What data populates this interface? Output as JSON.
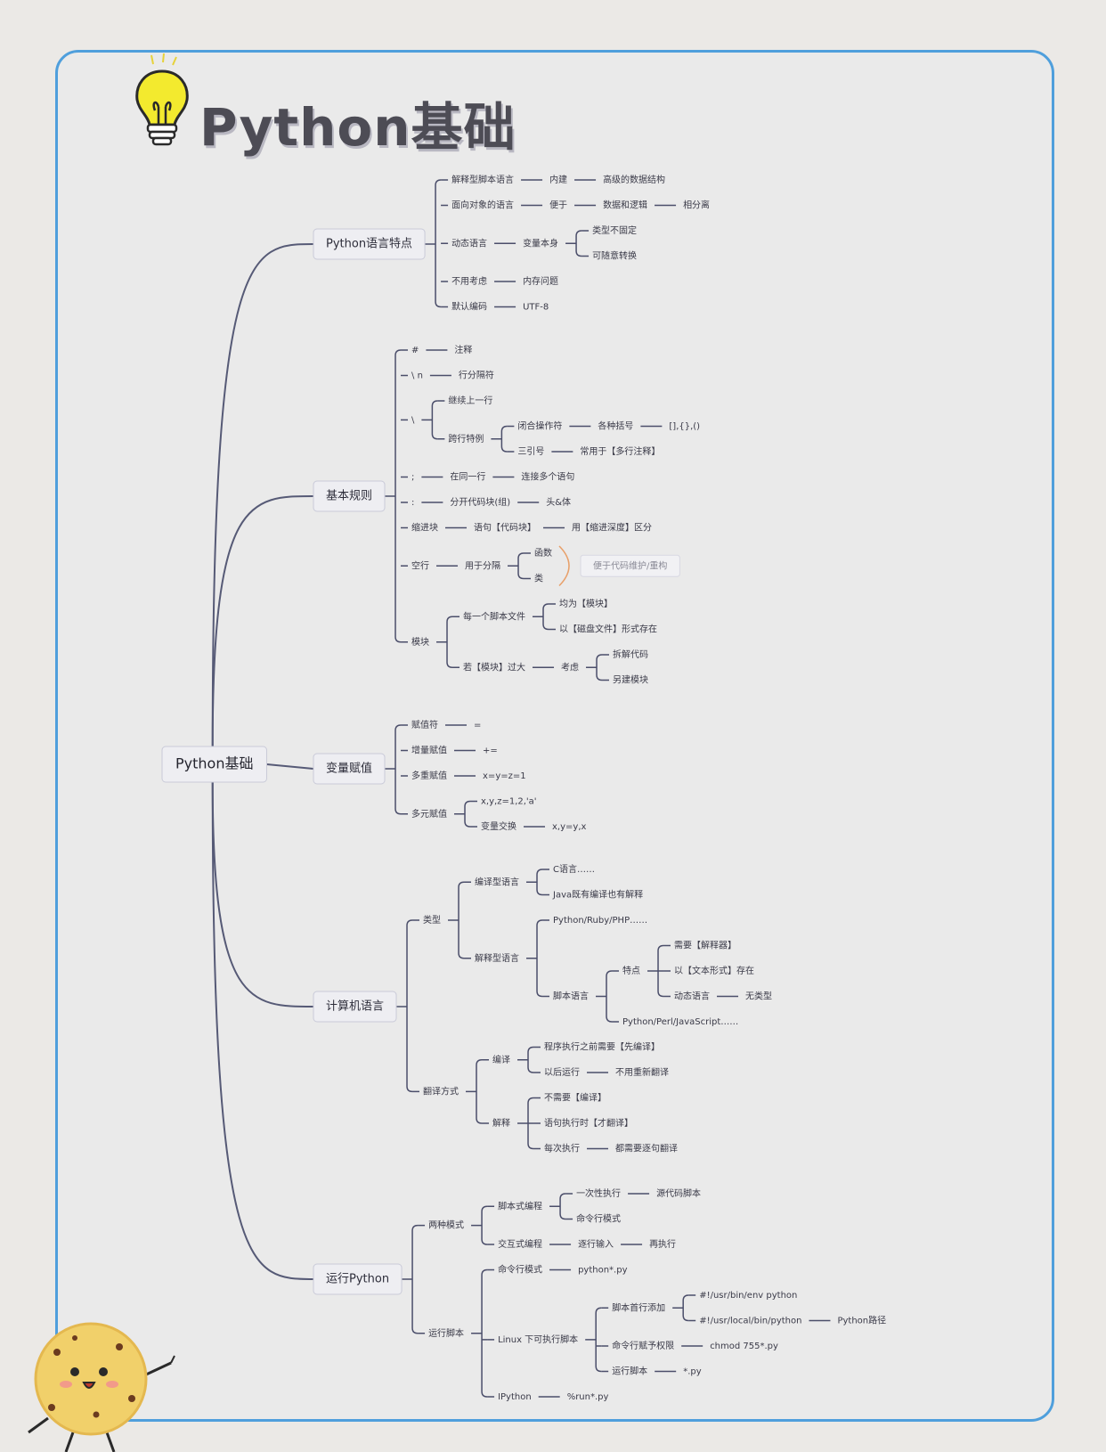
{
  "title": "Python基础",
  "tree": {
    "label": "Python基础",
    "children": [
      {
        "label": "Python语言特点",
        "children": [
          {
            "label": "解释型脚本语言",
            "children": [
              {
                "label": "内建",
                "children": [
                  {
                    "label": "高级的数据结构"
                  }
                ]
              }
            ]
          },
          {
            "label": "面向对象的语言",
            "children": [
              {
                "label": "便于",
                "children": [
                  {
                    "label": "数据和逻辑",
                    "children": [
                      {
                        "label": "相分离"
                      }
                    ]
                  }
                ]
              }
            ]
          },
          {
            "label": "动态语言",
            "children": [
              {
                "label": "变量本身",
                "children": [
                  {
                    "label": "类型不固定"
                  },
                  {
                    "label": "可随意转换"
                  }
                ]
              }
            ]
          },
          {
            "label": "不用考虑",
            "children": [
              {
                "label": "内存问题"
              }
            ]
          },
          {
            "label": "默认编码",
            "children": [
              {
                "label": "UTF-8"
              }
            ]
          }
        ]
      },
      {
        "label": "基本规则",
        "children": [
          {
            "label": "#",
            "children": [
              {
                "label": "注释"
              }
            ]
          },
          {
            "label": "\\ n",
            "children": [
              {
                "label": "行分隔符"
              }
            ]
          },
          {
            "label": "\\",
            "children": [
              {
                "label": "继续上一行"
              },
              {
                "label": "跨行特例",
                "children": [
                  {
                    "label": "闭合操作符",
                    "children": [
                      {
                        "label": "各种括号",
                        "children": [
                          {
                            "label": "[],{},()"
                          }
                        ]
                      }
                    ]
                  },
                  {
                    "label": "三引号",
                    "children": [
                      {
                        "label": "常用于【多行注释】"
                      }
                    ]
                  }
                ]
              }
            ]
          },
          {
            "label": ";",
            "children": [
              {
                "label": "在同一行",
                "children": [
                  {
                    "label": "连接多个语句"
                  }
                ]
              }
            ]
          },
          {
            "label": ":",
            "children": [
              {
                "label": "分开代码块(组)",
                "children": [
                  {
                    "label": "头&体"
                  }
                ]
              }
            ]
          },
          {
            "label": "缩进块",
            "children": [
              {
                "label": "语句【代码块】",
                "children": [
                  {
                    "label": "用【缩进深度】区分"
                  }
                ]
              }
            ]
          },
          {
            "label": "空行",
            "children": [
              {
                "label": "用于分隔",
                "children": [
                  {
                    "label": "函数"
                  },
                  {
                    "label": "类"
                  }
                ]
              }
            ]
          },
          {
            "label": "模块",
            "children": [
              {
                "label": "每一个脚本文件",
                "children": [
                  {
                    "label": "均为【模块】"
                  },
                  {
                    "label": "以【磁盘文件】形式存在"
                  }
                ]
              },
              {
                "label": "若【模块】过大",
                "children": [
                  {
                    "label": "考虑",
                    "children": [
                      {
                        "label": "拆解代码"
                      },
                      {
                        "label": "另建模块"
                      }
                    ]
                  }
                ]
              }
            ]
          }
        ]
      },
      {
        "label": "变量赋值",
        "children": [
          {
            "label": "赋值符",
            "children": [
              {
                "label": "="
              }
            ]
          },
          {
            "label": "增量赋值",
            "children": [
              {
                "label": "+="
              }
            ]
          },
          {
            "label": "多重赋值",
            "children": [
              {
                "label": "x=y=z=1"
              }
            ]
          },
          {
            "label": "多元赋值",
            "children": [
              {
                "label": "x,y,z=1,2,'a'"
              },
              {
                "label": "变量交换",
                "children": [
                  {
                    "label": "x,y=y,x"
                  }
                ]
              }
            ]
          }
        ]
      },
      {
        "label": "计算机语言",
        "children": [
          {
            "label": "类型",
            "children": [
              {
                "label": "编译型语言",
                "children": [
                  {
                    "label": "C语言……"
                  },
                  {
                    "label": "Java既有编译也有解释"
                  }
                ]
              },
              {
                "label": "解释型语言",
                "children": [
                  {
                    "label": "Python/Ruby/PHP……"
                  },
                  {
                    "label": "脚本语言",
                    "children": [
                      {
                        "label": "特点",
                        "children": [
                          {
                            "label": "需要【解释器】"
                          },
                          {
                            "label": "以【文本形式】存在"
                          },
                          {
                            "label": "动态语言",
                            "children": [
                              {
                                "label": "无类型"
                              }
                            ]
                          }
                        ]
                      },
                      {
                        "label": "Python/Perl/JavaScript……"
                      }
                    ]
                  }
                ]
              }
            ]
          },
          {
            "label": "翻译方式",
            "children": [
              {
                "label": "编译",
                "children": [
                  {
                    "label": "程序执行之前需要【先编译】"
                  },
                  {
                    "label": "以后运行",
                    "children": [
                      {
                        "label": "不用重新翻译"
                      }
                    ]
                  }
                ]
              },
              {
                "label": "解释",
                "children": [
                  {
                    "label": "不需要【编译】"
                  },
                  {
                    "label": "语句执行时【才翻译】"
                  },
                  {
                    "label": "每次执行",
                    "children": [
                      {
                        "label": "都需要逐句翻译"
                      }
                    ]
                  }
                ]
              }
            ]
          }
        ]
      },
      {
        "label": "运行Python",
        "children": [
          {
            "label": "两种模式",
            "children": [
              {
                "label": "脚本式编程",
                "children": [
                  {
                    "label": "一次性执行",
                    "children": [
                      {
                        "label": "源代码脚本"
                      }
                    ]
                  },
                  {
                    "label": "命令行模式"
                  }
                ]
              },
              {
                "label": "交互式编程",
                "children": [
                  {
                    "label": "逐行输入",
                    "children": [
                      {
                        "label": "再执行"
                      }
                    ]
                  }
                ]
              }
            ]
          },
          {
            "label": "运行脚本",
            "children": [
              {
                "label": "命令行模式",
                "children": [
                  {
                    "label": "python*.py"
                  }
                ]
              },
              {
                "label": "Linux 下可执行脚本",
                "children": [
                  {
                    "label": "脚本首行添加",
                    "children": [
                      {
                        "label": "#!/usr/bin/env python"
                      },
                      {
                        "label": "#!/usr/local/bin/python",
                        "children": [
                          {
                            "label": "Python路径"
                          }
                        ]
                      }
                    ]
                  },
                  {
                    "label": "命令行赋予权限",
                    "children": [
                      {
                        "label": "chmod 755*.py"
                      }
                    ]
                  },
                  {
                    "label": "运行脚本",
                    "children": [
                      {
                        "label": "*.py"
                      }
                    ]
                  }
                ]
              },
              {
                "label": "IPython",
                "children": [
                  {
                    "label": "%run*.py"
                  }
                ]
              }
            ]
          }
        ]
      }
    ]
  },
  "annotations": [
    {
      "label": "便于代码维护/重构"
    }
  ],
  "colors": {
    "frame": "#4f9fdc",
    "line": "#4b4e6a",
    "title": "#4d4c55",
    "bracket": "#e8a06a"
  }
}
